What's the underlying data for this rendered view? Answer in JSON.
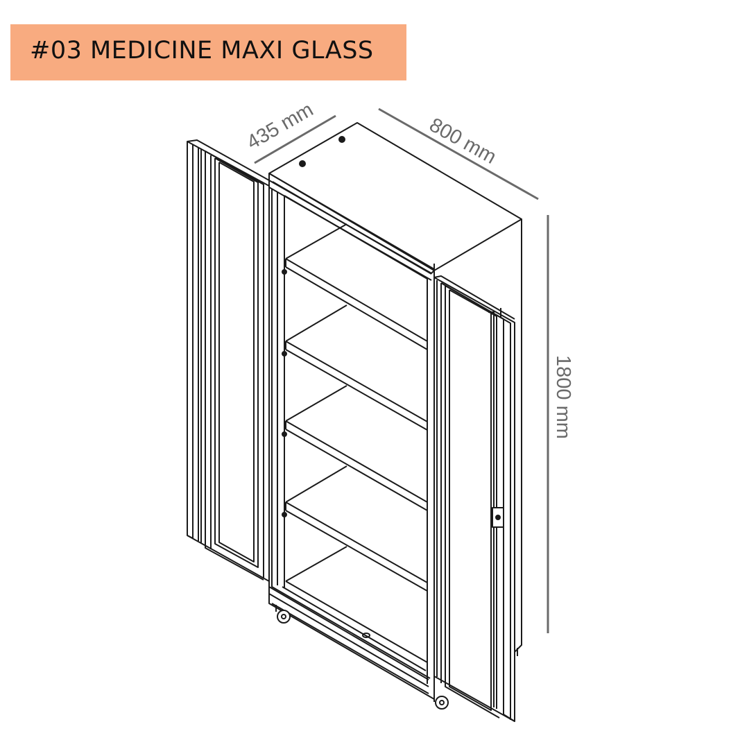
{
  "title": "#03 MEDICINE MAXI GLASS",
  "colors": {
    "banner": "#f8ab80",
    "line": "#1a1a1a",
    "dimension": "#6a6a6a"
  },
  "dimensions": {
    "depth": "435 mm",
    "width": "800 mm",
    "height": "1800 mm"
  }
}
